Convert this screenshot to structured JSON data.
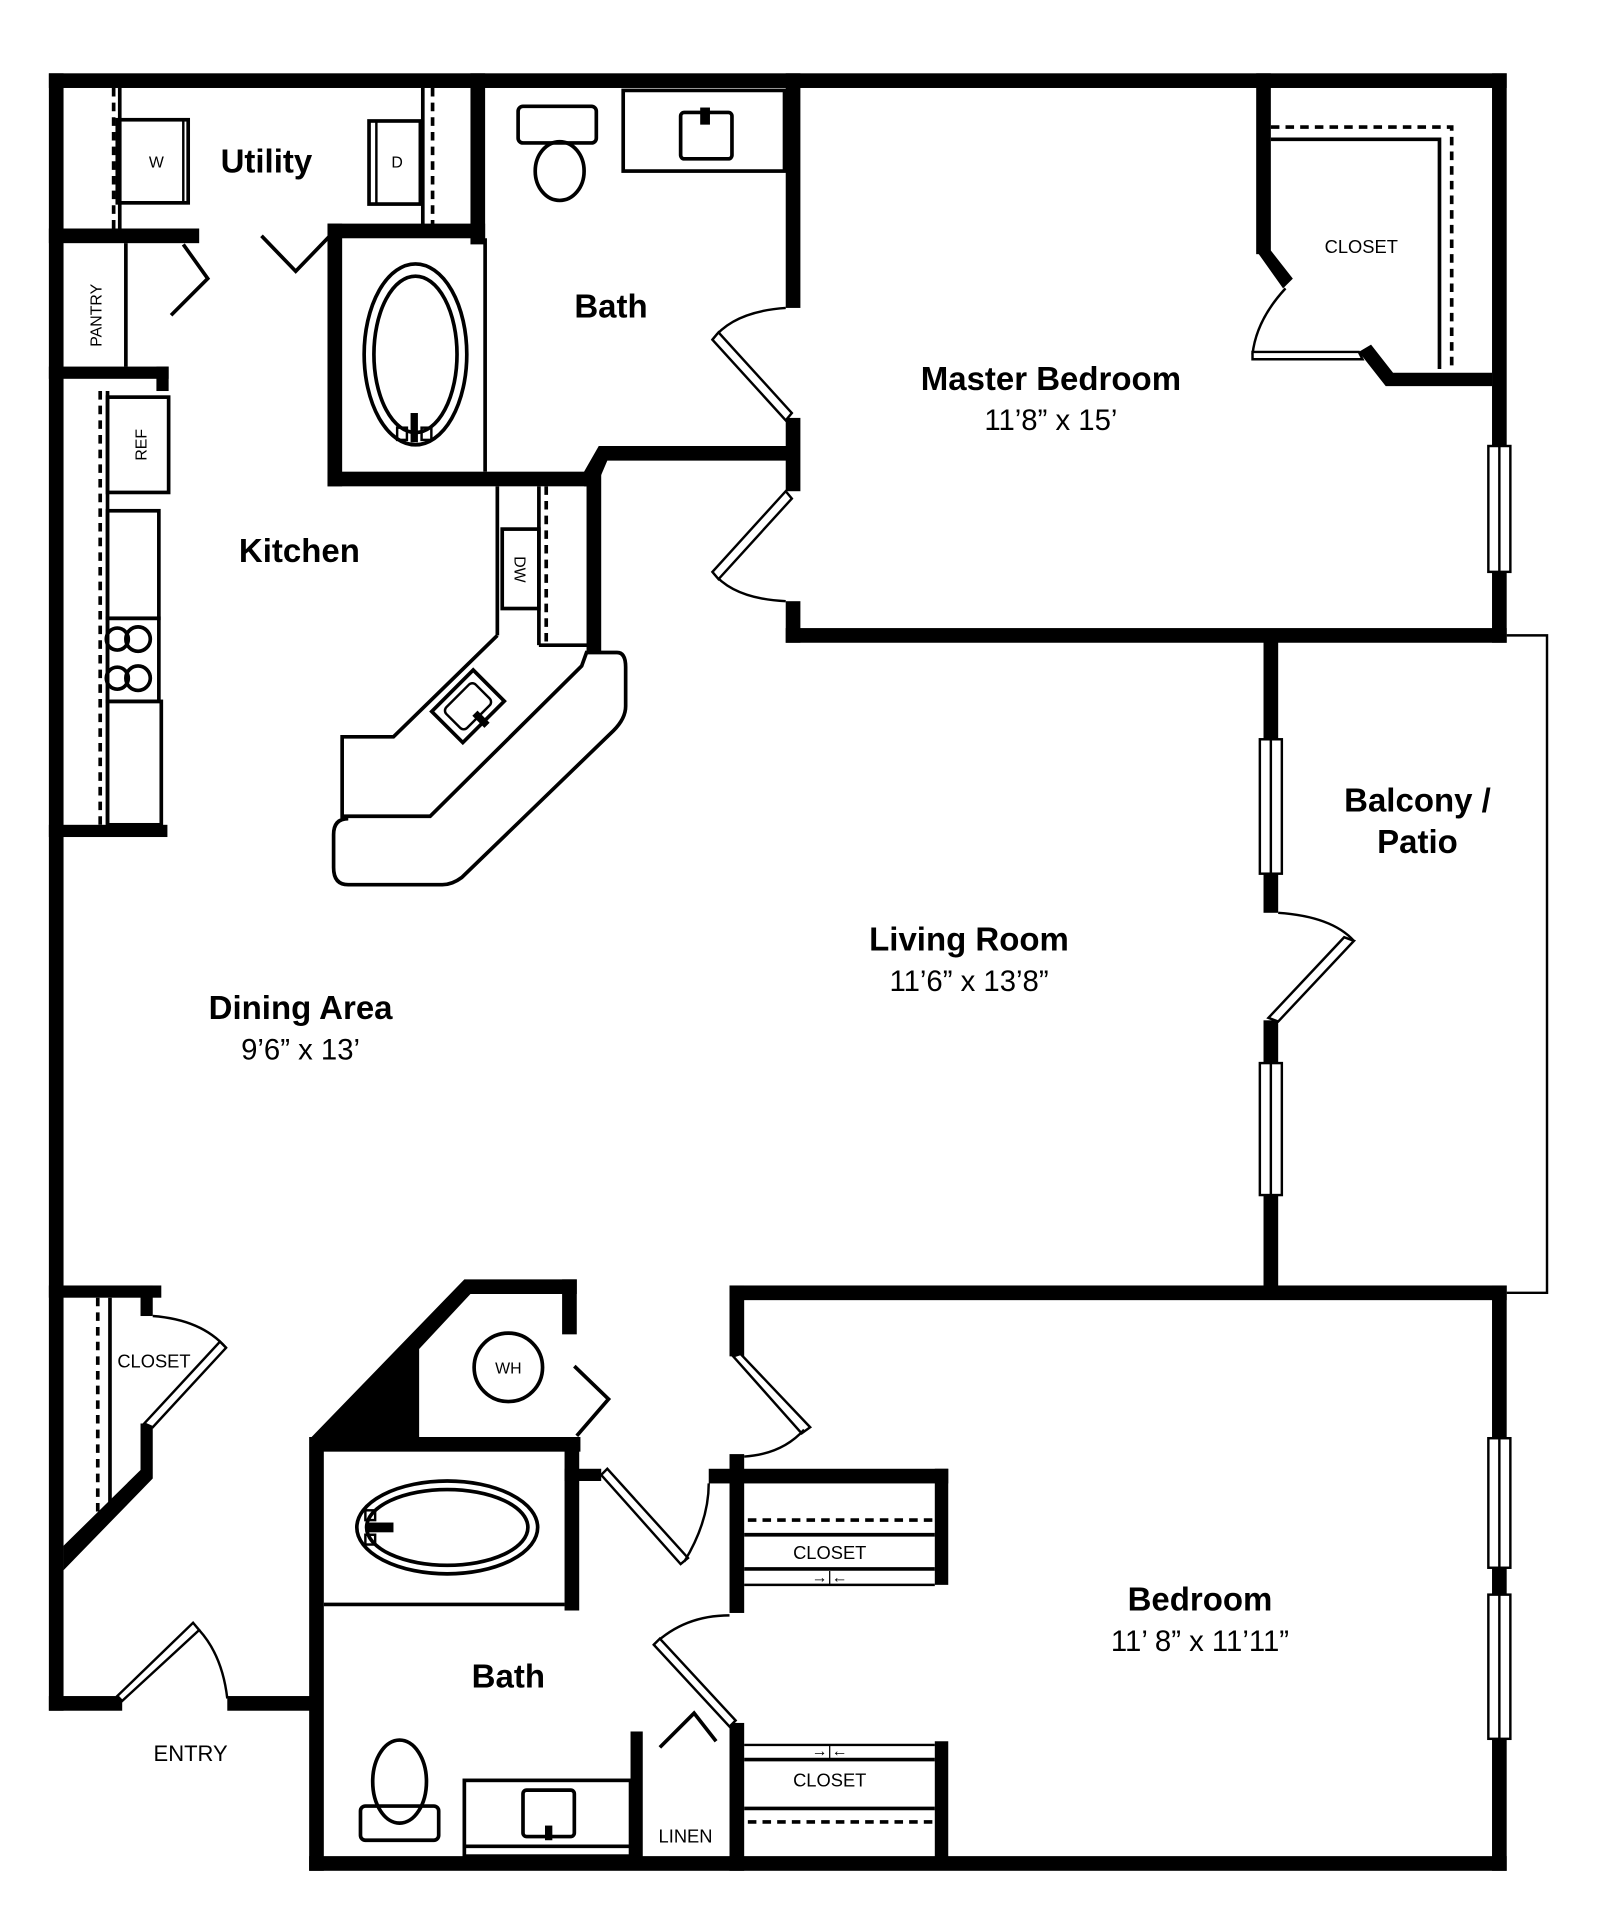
{
  "floor_plan": {
    "rooms": [
      {
        "id": "utility",
        "name": "Utility",
        "dimensions": ""
      },
      {
        "id": "master_bath",
        "name": "Bath",
        "dimensions": ""
      },
      {
        "id": "master_bedroom",
        "name": "Master Bedroom",
        "dimensions": "11’8” x 15’"
      },
      {
        "id": "kitchen",
        "name": "Kitchen",
        "dimensions": ""
      },
      {
        "id": "balcony",
        "name_line1": "Balcony /",
        "name_line2": "Patio"
      },
      {
        "id": "living_room",
        "name": "Living Room",
        "dimensions": "11’6” x 13’8”"
      },
      {
        "id": "dining_area",
        "name": "Dining Area",
        "dimensions": "9’6” x 13’"
      },
      {
        "id": "bath_2",
        "name": "Bath",
        "dimensions": ""
      },
      {
        "id": "bedroom",
        "name": "Bedroom",
        "dimensions": "11’ 8” x 11’11”"
      }
    ],
    "fixture_labels": {
      "washer": "W",
      "dryer": "D",
      "pantry": "PANTRY",
      "refrigerator": "REF",
      "dishwasher": "DW",
      "master_closet": "CLOSET",
      "entry_closet": "CLOSET",
      "water_heater": "WH",
      "bedroom_closet_1": "CLOSET",
      "bedroom_closet_2": "CLOSET",
      "linen": "LINEN",
      "entry": "ENTRY"
    },
    "colors": {
      "wall": "#000000",
      "background": "#ffffff"
    }
  }
}
